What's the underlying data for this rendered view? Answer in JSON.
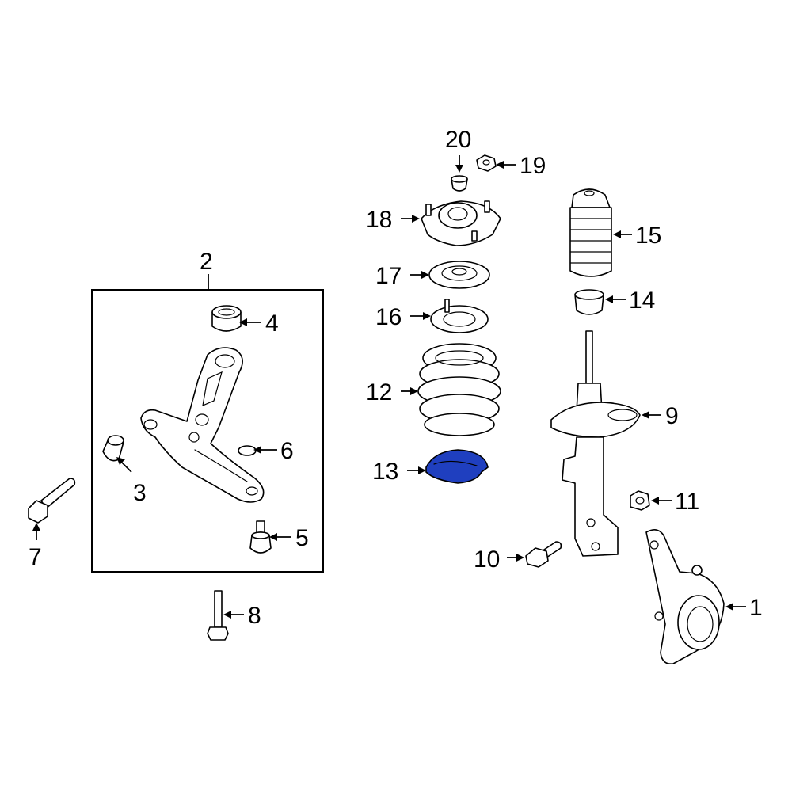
{
  "callouts": [
    {
      "id": "1",
      "text": "1"
    },
    {
      "id": "2",
      "text": "2"
    },
    {
      "id": "3",
      "text": "3"
    },
    {
      "id": "4",
      "text": "4"
    },
    {
      "id": "5",
      "text": "5"
    },
    {
      "id": "6",
      "text": "6"
    },
    {
      "id": "7",
      "text": "7"
    },
    {
      "id": "8",
      "text": "8"
    },
    {
      "id": "9",
      "text": "9"
    },
    {
      "id": "10",
      "text": "10"
    },
    {
      "id": "11",
      "text": "11"
    },
    {
      "id": "12",
      "text": "12"
    },
    {
      "id": "13",
      "text": "13"
    },
    {
      "id": "14",
      "text": "14"
    },
    {
      "id": "15",
      "text": "15"
    },
    {
      "id": "16",
      "text": "16"
    },
    {
      "id": "17",
      "text": "17"
    },
    {
      "id": "18",
      "text": "18"
    },
    {
      "id": "19",
      "text": "19"
    },
    {
      "id": "20",
      "text": "20"
    }
  ],
  "highlight_color": "#1f3fbf",
  "line_color": "#000000"
}
